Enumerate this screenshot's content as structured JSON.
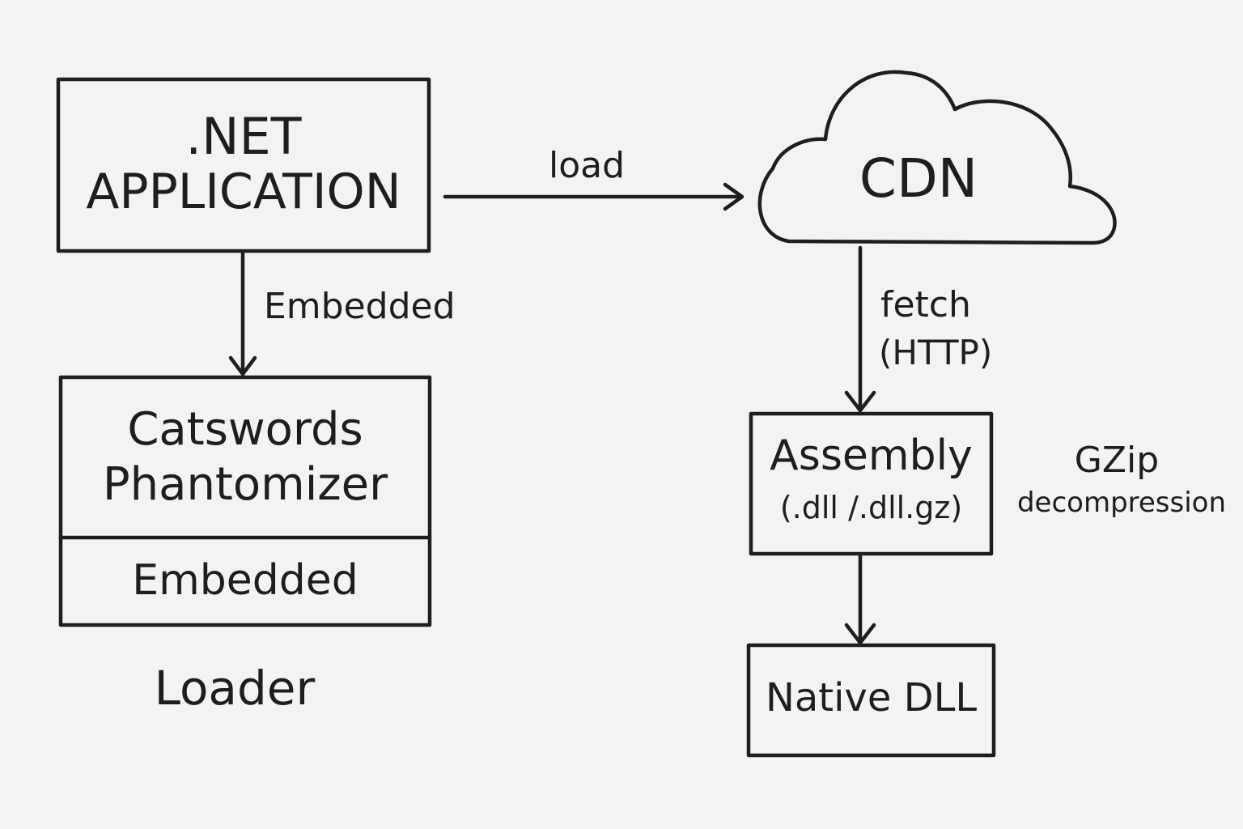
{
  "net_application": {
    "line1": ".NET",
    "line2": "APPLICATION"
  },
  "edge_load": "load",
  "cdn": "CDN",
  "edge_embedded": "Embedded",
  "phantomizer": {
    "line1": "Catswords",
    "line2": "Phantomizer",
    "section": "Embedded"
  },
  "loader": "Loader",
  "edge_fetch": {
    "line1": "fetch",
    "line2": "(HTTP)"
  },
  "assembly": {
    "line1": "Assembly",
    "line2": "(.dll /.dll.gz)"
  },
  "gzip_note": {
    "line1": "GZip",
    "line2": "decompression"
  },
  "native_dll": "Native DLL"
}
